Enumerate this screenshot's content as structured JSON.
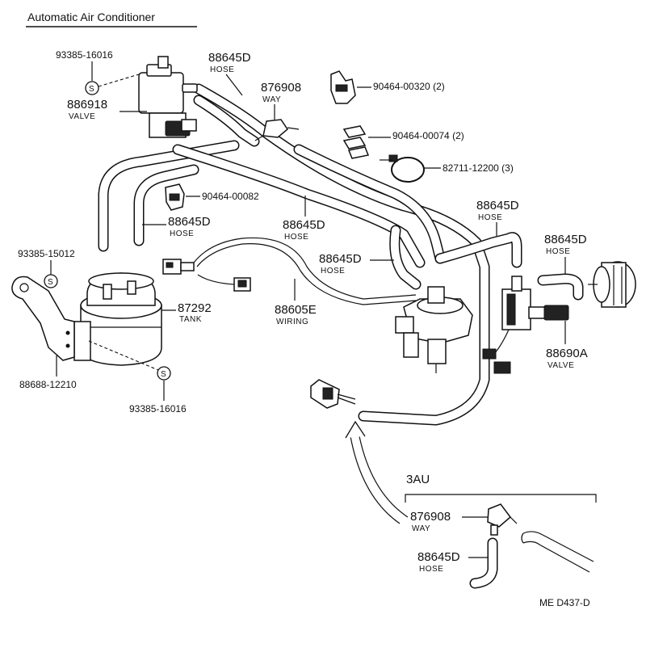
{
  "title": "Automatic Air Conditioner",
  "footer": "ME  D437-D",
  "inset": {
    "label": "3AU"
  },
  "parts": {
    "screw_top": "93385-16016",
    "valve_top_no": "886918",
    "valve_top_nm": "VALVE",
    "hose_top_no": "88645D",
    "hose_top_nm": "HOSE",
    "way_no": "876908",
    "way_nm": "WAY",
    "clip_320": "90464-00320 (2)",
    "clip_074": "90464-00074 (2)",
    "clamp_122": "82711-12200 (3)",
    "clip_082": "90464-00082",
    "hose_left_no": "88645D",
    "hose_left_nm": "HOSE",
    "hose_mid_no": "88645D",
    "hose_mid_nm": "HOSE",
    "hose_right_no": "88645D",
    "hose_right_nm": "HOSE",
    "hose_far_no": "88645D",
    "hose_far_nm": "HOSE",
    "hose_center_no": "88645D",
    "hose_center_nm": "HOSE",
    "screw_left": "93385-15012",
    "tank_no": "87292",
    "tank_nm": "TANK",
    "wiring_no": "88605E",
    "wiring_nm": "WIRING",
    "valve_right_no": "88690A",
    "valve_right_nm": "VALVE",
    "bracket": "88688-12210",
    "screw_bottom": "93385-16016",
    "inset_way_no": "876908",
    "inset_way_nm": "WAY",
    "inset_hose_no": "88645D",
    "inset_hose_nm": "HOSE",
    "screw_symbol": "S"
  }
}
